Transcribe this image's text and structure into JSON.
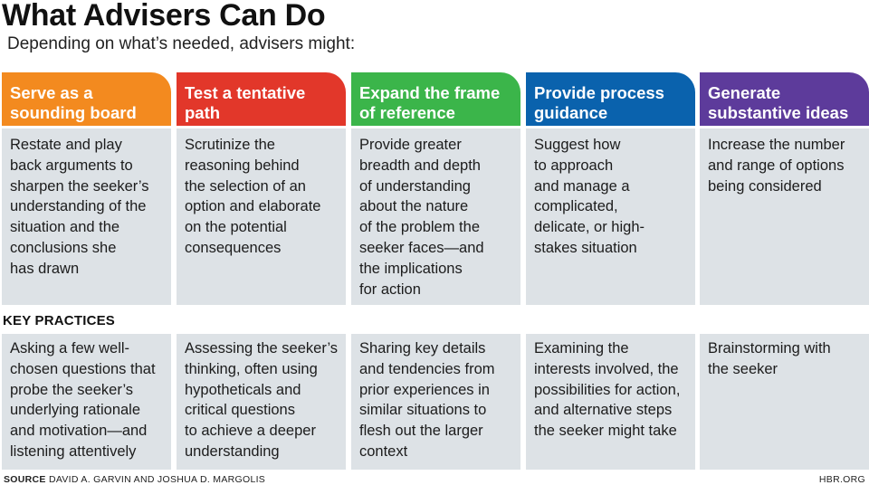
{
  "title": "What Advisers Can Do",
  "subtitle": "Depending on what’s needed, advisers might:",
  "key_practices_label": "KEY PRACTICES",
  "columns": [
    {
      "color": "#f38a1f",
      "heading": [
        "Serve as a",
        "sounding board"
      ],
      "body": [
        "Restate and play",
        "back arguments to",
        "sharpen the seeker’s",
        "understanding of the",
        "situation and the",
        "conclusions she",
        "has drawn"
      ],
      "practice": [
        "Asking a few well-",
        "chosen questions that",
        "probe the seeker’s",
        "underlying rationale",
        "and motivation—and",
        "listening attentively"
      ]
    },
    {
      "color": "#e2372a",
      "heading": [
        "Test a tentative",
        "path"
      ],
      "body": [
        "Scrutinize the",
        "reasoning behind",
        "the selection of an",
        "option and elaborate",
        "on the potential",
        "consequences"
      ],
      "practice": [
        "Assessing the seeker’s",
        "thinking, often using",
        "hypotheticals and",
        "critical questions",
        "to achieve a deeper",
        "understanding"
      ]
    },
    {
      "color": "#3bb54a",
      "heading": [
        "Expand the frame",
        "of reference"
      ],
      "body": [
        "Provide greater",
        "breadth and depth",
        "of understanding",
        "about the nature",
        "of the problem the",
        "seeker faces—and",
        "the implications",
        "for action"
      ],
      "practice": [
        "Sharing key details",
        "and tendencies from",
        "prior experiences in",
        "similar situations to",
        "flesh out the larger",
        "context"
      ]
    },
    {
      "color": "#0a62ad",
      "heading": [
        "Provide process",
        "guidance"
      ],
      "body": [
        "Suggest how",
        "to approach",
        "and manage a",
        "complicated,",
        "delicate, or high-",
        "stakes situation"
      ],
      "practice": [
        "Examining the",
        "interests involved, the",
        "possibilities for action,",
        "and alternative steps",
        "the seeker might take"
      ]
    },
    {
      "color": "#5d3b9b",
      "heading": [
        "Generate",
        "substantive ideas"
      ],
      "body": [
        "Increase the number",
        "and range of options",
        "being considered"
      ],
      "practice": [
        "Brainstorming with",
        "the seeker"
      ]
    }
  ],
  "footer": {
    "source_label": "SOURCE",
    "source_text": "DAVID A. GARVIN AND JOSHUA D. MARGOLIS",
    "site": "HBR.ORG"
  }
}
